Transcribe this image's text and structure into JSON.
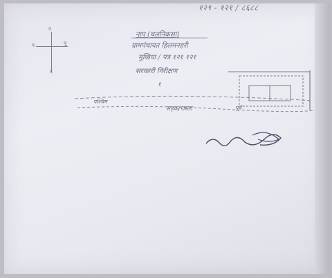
{
  "document": {
    "reference_number": "१२९ - १२१ / ८६८८",
    "lines": [
      "नाप (चलनिकसा)",
      "ग्रामपंचायत हिलमनहरी",
      "मुखिया / पत्र १२१ १२१",
      "सरकारी निरीक्षण",
      "१"
    ],
    "compass": {
      "north": "उ",
      "south": "द",
      "east": "पू",
      "west": "प"
    },
    "map_labels": {
      "left": "पश्चिम",
      "middle": "सड़क/रास्ता",
      "right": "पूर्व"
    }
  }
}
